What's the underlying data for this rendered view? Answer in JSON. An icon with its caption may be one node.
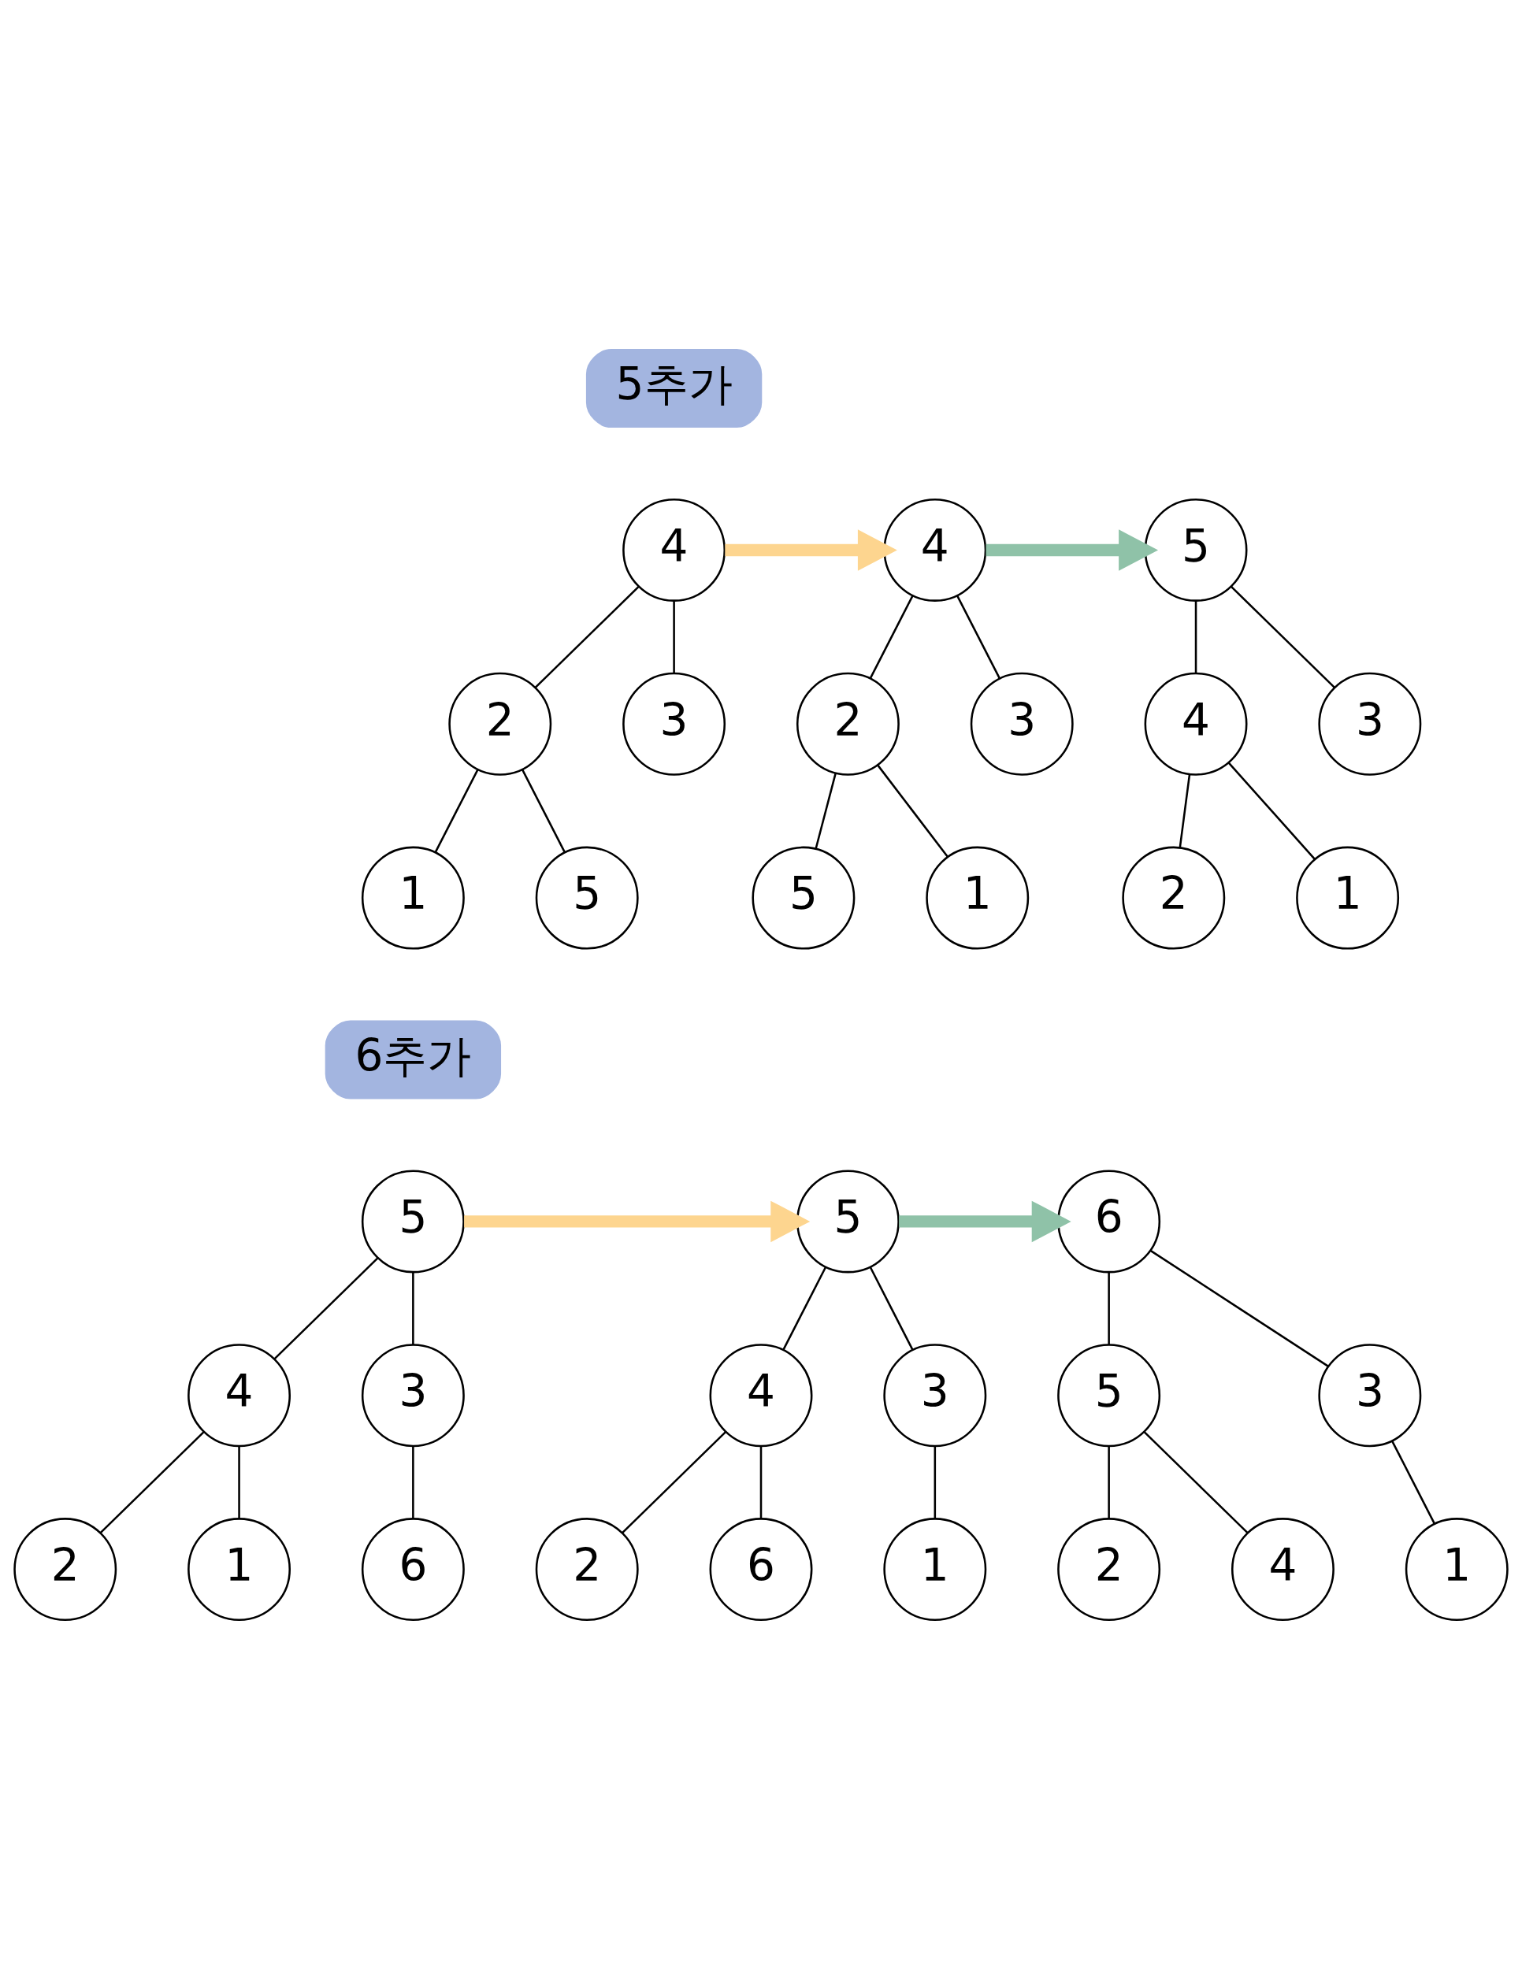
{
  "diagram": {
    "nodes": [
      {
        "text": [
          "5추가"
        ]
      },
      {
        "text": [
          "4"
        ]
      },
      {
        "text": [
          "2"
        ]
      },
      {
        "text": [
          "3"
        ]
      },
      {
        "text": [
          "1"
        ]
      },
      {
        "text": [
          "5"
        ]
      },
      {
        "text": [
          "4"
        ]
      },
      {
        "text": [
          "2"
        ]
      },
      {
        "text": [
          "3"
        ]
      },
      {
        "text": [
          "5"
        ]
      },
      {
        "text": [
          "1"
        ]
      },
      {
        "text": [
          "5"
        ]
      },
      {
        "text": [
          "4"
        ]
      },
      {
        "text": [
          "3"
        ]
      },
      {
        "text": [
          "2"
        ]
      },
      {
        "text": [
          "1"
        ]
      },
      {
        "text": [
          "6추가"
        ]
      },
      {
        "text": [
          "5"
        ]
      },
      {
        "text": [
          "4"
        ]
      },
      {
        "text": [
          "3"
        ]
      },
      {
        "text": [
          "2"
        ]
      },
      {
        "text": [
          "1"
        ]
      },
      {
        "text": [
          "6"
        ]
      },
      {
        "text": [
          "5"
        ]
      },
      {
        "text": [
          "4"
        ]
      },
      {
        "text": [
          "3"
        ]
      },
      {
        "text": [
          "2"
        ]
      },
      {
        "text": [
          "6"
        ]
      },
      {
        "text": [
          "1"
        ]
      },
      {
        "text": [
          "6"
        ]
      },
      {
        "text": [
          "5"
        ]
      },
      {
        "text": [
          "3"
        ]
      },
      {
        "text": [
          "2"
        ]
      },
      {
        "text": [
          "4"
        ]
      },
      {
        "text": [
          "1"
        ]
      }
    ],
    "edges": [
      {
        "from": 1,
        "to": 2,
        "arrow": "none"
      },
      {
        "from": 1,
        "to": 3,
        "arrow": "none"
      },
      {
        "from": 2,
        "to": 4,
        "arrow": "none"
      },
      {
        "from": 2,
        "to": 5,
        "arrow": "none"
      },
      {
        "from": 1,
        "to": 6,
        "arrow": "to",
        "style": "thick",
        "color": "#fdd58f"
      },
      {
        "from": 6,
        "to": 7,
        "arrow": "none"
      },
      {
        "from": 6,
        "to": 8,
        "arrow": "none"
      },
      {
        "from": 7,
        "to": 9,
        "arrow": "none"
      },
      {
        "from": 7,
        "to": 10,
        "arrow": "none"
      },
      {
        "from": 6,
        "to": 11,
        "arrow": "to",
        "style": "thick",
        "color": "#8fc2a8"
      },
      {
        "from": 11,
        "to": 12,
        "arrow": "none"
      },
      {
        "from": 11,
        "to": 13,
        "arrow": "none"
      },
      {
        "from": 12,
        "to": 14,
        "arrow": "none"
      },
      {
        "from": 12,
        "to": 15,
        "arrow": "none"
      },
      {
        "from": 17,
        "to": 18,
        "arrow": "none"
      },
      {
        "from": 17,
        "to": 19,
        "arrow": "none"
      },
      {
        "from": 18,
        "to": 20,
        "arrow": "none"
      },
      {
        "from": 18,
        "to": 21,
        "arrow": "none"
      },
      {
        "from": 19,
        "to": 22,
        "arrow": "none"
      },
      {
        "from": 17,
        "to": 23,
        "arrow": "to",
        "style": "thick",
        "color": "#fdd58f"
      },
      {
        "from": 23,
        "to": 24,
        "arrow": "none"
      },
      {
        "from": 23,
        "to": 25,
        "arrow": "none"
      },
      {
        "from": 24,
        "to": 26,
        "arrow": "none"
      },
      {
        "from": 24,
        "to": 27,
        "arrow": "none"
      },
      {
        "from": 25,
        "to": 28,
        "arrow": "none"
      },
      {
        "from": 23,
        "to": 29,
        "arrow": "to",
        "style": "thick",
        "color": "#8fc2a8"
      },
      {
        "from": 29,
        "to": 30,
        "arrow": "none"
      },
      {
        "from": 29,
        "to": 31,
        "arrow": "none"
      },
      {
        "from": 30,
        "to": 32,
        "arrow": "none"
      },
      {
        "from": 30,
        "to": 33,
        "arrow": "none"
      },
      {
        "from": 31,
        "to": 34,
        "arrow": "none"
      }
    ]
  }
}
